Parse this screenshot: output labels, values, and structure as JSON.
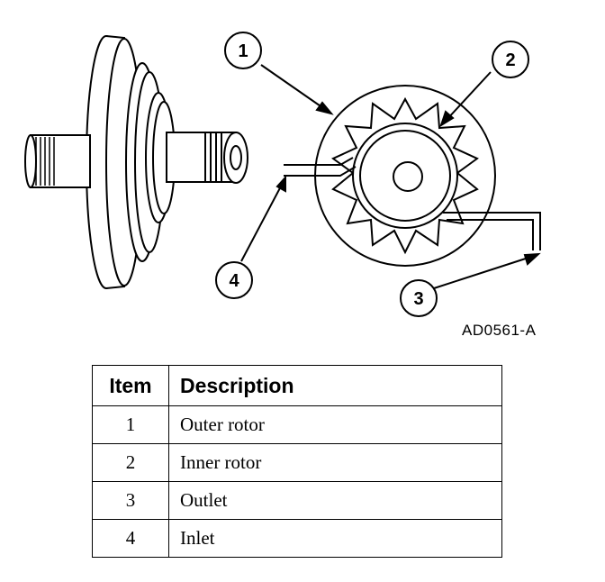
{
  "figure": {
    "callouts": [
      "1",
      "2",
      "3",
      "4"
    ],
    "code": "AD0561-A"
  },
  "legend": {
    "headers": {
      "item": "Item",
      "description": "Description"
    },
    "rows": [
      {
        "item": "1",
        "description": "Outer rotor"
      },
      {
        "item": "2",
        "description": "Inner rotor"
      },
      {
        "item": "3",
        "description": "Outlet"
      },
      {
        "item": "4",
        "description": "Inlet"
      }
    ]
  }
}
